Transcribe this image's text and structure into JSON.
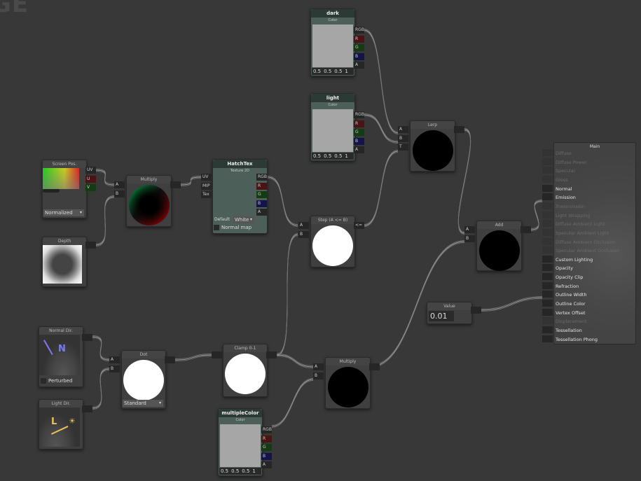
{
  "canvas_title": "GE",
  "nodes": {
    "dark": {
      "title": "dark",
      "type": "Color",
      "values": [
        "0.5",
        "0.5",
        "0.5",
        "1"
      ],
      "outputs": [
        "RGB",
        "R",
        "G",
        "B",
        "A"
      ]
    },
    "light": {
      "title": "light",
      "type": "Color",
      "values": [
        "0.5",
        "0.5",
        "0.5",
        "1"
      ],
      "outputs": [
        "RGB",
        "R",
        "G",
        "B",
        "A"
      ]
    },
    "multipleColor": {
      "title": "multipleColor",
      "type": "Color",
      "values": [
        "0.5",
        "0.5",
        "0.5",
        "1"
      ],
      "outputs": [
        "RGB",
        "R",
        "G",
        "B",
        "A"
      ]
    },
    "lerp": {
      "title": "Lerp",
      "inputs": [
        "A",
        "B",
        "T"
      ]
    },
    "screenpos": {
      "title": "Screen Pos.",
      "outputs": [
        "UV",
        "U",
        "V"
      ],
      "mode": "Normalized"
    },
    "multiply1": {
      "title": "Multiply",
      "inputs": [
        "A",
        "B"
      ]
    },
    "hatchtex": {
      "title": "HatchTex",
      "type": "Texture 2D",
      "inputs": [
        "UV",
        "MIP",
        "Tex"
      ],
      "outputs": [
        "RGB",
        "R",
        "G",
        "B",
        "A"
      ],
      "default_label": "Default",
      "default_value": "White",
      "normal_map": "Normal map"
    },
    "depth": {
      "title": "Depth"
    },
    "step": {
      "title": "Step (A <= B)",
      "inputs": [
        "A",
        "B"
      ],
      "output": "<="
    },
    "add": {
      "title": "Add",
      "inputs": [
        "A",
        "B"
      ]
    },
    "value": {
      "title": "Value",
      "value": "0.01"
    },
    "normaldir": {
      "title": "Normal Dir.",
      "letter": "N",
      "perturbed": "Perturbed"
    },
    "lightdir": {
      "title": "Light Dir.",
      "letter": "L"
    },
    "dot": {
      "title": "Dot",
      "inputs": [
        "A",
        "B"
      ],
      "mode": "Standard"
    },
    "clamp": {
      "title": "Clamp 0-1"
    },
    "multiply2": {
      "title": "Multiply",
      "inputs": [
        "A",
        "B"
      ]
    }
  },
  "main": {
    "title": "Main",
    "items": [
      {
        "label": "Diffuse",
        "enabled": false
      },
      {
        "label": "Diffuse Power",
        "enabled": false
      },
      {
        "label": "Specular",
        "enabled": false
      },
      {
        "label": "Gloss",
        "enabled": false
      },
      {
        "label": "Normal",
        "enabled": true
      },
      {
        "label": "Emission",
        "enabled": true
      },
      {
        "label": "Transmission",
        "enabled": false
      },
      {
        "label": "Light Wrapping",
        "enabled": false
      },
      {
        "label": "Diffuse Ambient Light",
        "enabled": false
      },
      {
        "label": "Specular Ambient Light",
        "enabled": false
      },
      {
        "label": "Diffuse Ambient Occlusion",
        "enabled": false
      },
      {
        "label": "Specular Ambient Occlusion",
        "enabled": false
      },
      {
        "label": "Custom Lighting",
        "enabled": true
      },
      {
        "label": "Opacity",
        "enabled": true
      },
      {
        "label": "Opacity Clip",
        "enabled": true
      },
      {
        "label": "Refraction",
        "enabled": true
      },
      {
        "label": "Outline Width",
        "enabled": true
      },
      {
        "label": "Outline Color",
        "enabled": true
      },
      {
        "label": "Vertex Offset",
        "enabled": true
      },
      {
        "label": "Displacement",
        "enabled": false
      },
      {
        "label": "Tessellation",
        "enabled": true
      },
      {
        "label": "Tessellation Phong",
        "enabled": true
      }
    ]
  }
}
